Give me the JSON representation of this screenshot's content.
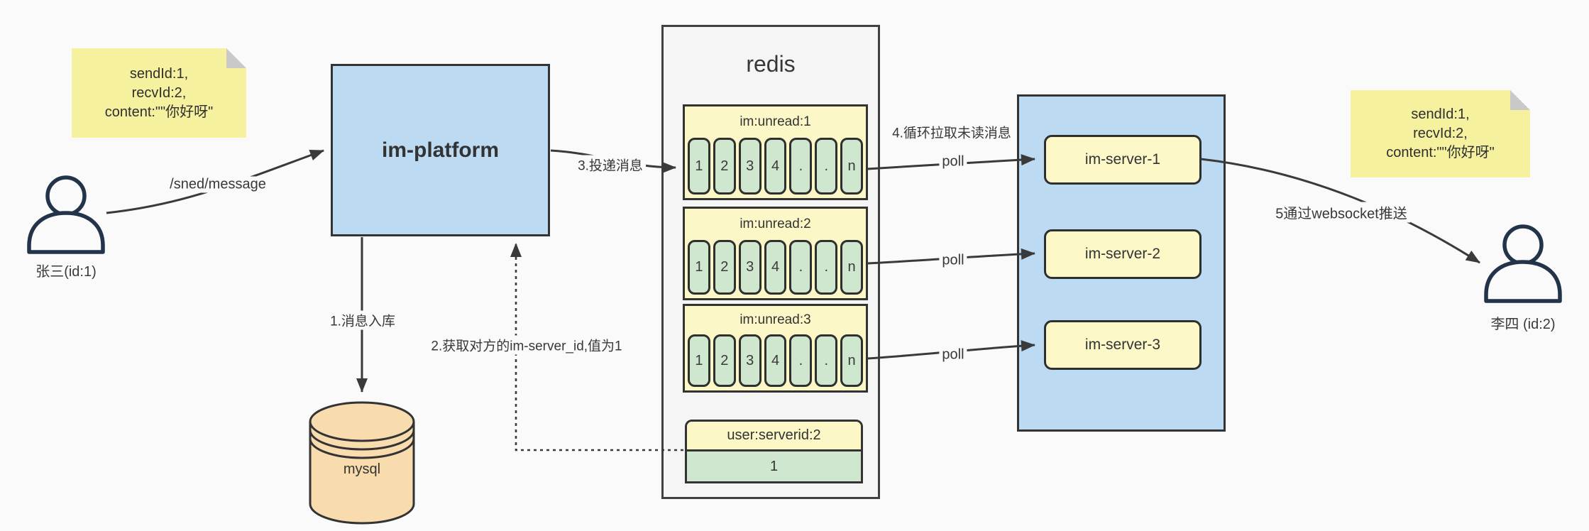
{
  "colors": {
    "bg": "#fafafa",
    "line": "#3a3a3a",
    "platform_blue": "#bcdbf3",
    "note_yellow": "#f5f19f",
    "note_fold_gray": "#c9c9c9",
    "block_yellow": "#fbf7c6",
    "server_yellow": "#fcf8c8",
    "cell_green": "#cfe7ce",
    "db_orange": "#f8dcae",
    "redis_gray": "#f5f5f5",
    "person_navy": "#233349"
  },
  "actors": {
    "sender": {
      "label": "张三(id:1)"
    },
    "receiver": {
      "label": "李四 (id:2)"
    }
  },
  "notes": {
    "left": {
      "line1": "sendId:1,",
      "line2": "recvId:2,",
      "line3": "content:\"\"你好呀\""
    },
    "right": {
      "line1": "sendId:1,",
      "line2": "recvId:2,",
      "line3": "content:\"\"你好呀\""
    }
  },
  "platform": {
    "label": "im-platform"
  },
  "database": {
    "label": "mysql"
  },
  "redis": {
    "title": "redis",
    "queues": [
      {
        "header": "im:unread:1",
        "cells": [
          "1",
          "2",
          "3",
          "4",
          ".",
          ".",
          "n"
        ]
      },
      {
        "header": "im:unread:2",
        "cells": [
          "1",
          "2",
          "3",
          "4",
          ".",
          ".",
          "n"
        ]
      },
      {
        "header": "im:unread:3",
        "cells": [
          "1",
          "2",
          "3",
          "4",
          ".",
          ".",
          "n"
        ]
      }
    ],
    "kv": {
      "header": "user:serverid:2",
      "value": "1"
    }
  },
  "cluster": {
    "servers": [
      {
        "label": "im-server-1"
      },
      {
        "label": "im-server-2"
      },
      {
        "label": "im-server-3"
      }
    ]
  },
  "edges": {
    "send": "/sned/message",
    "step1": "1.消息入库",
    "step2": "2.获取对方的im-server_id,值为1",
    "step3": "3.投递消息",
    "step4": "4.循环拉取未读消息",
    "poll": "poll",
    "step5": "5通过websocket推送"
  }
}
